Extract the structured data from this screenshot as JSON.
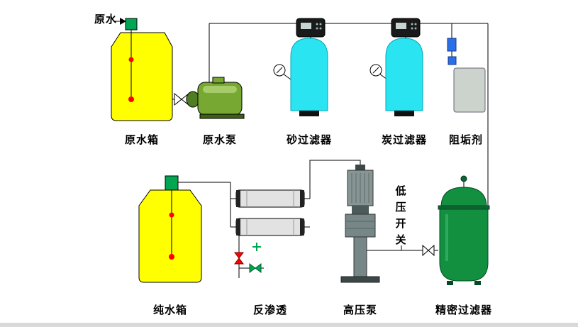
{
  "diagram": {
    "labels": {
      "raw_water": "原水",
      "raw_water_tank": "原水箱",
      "raw_water_pump": "原水泵",
      "sand_filter": "砂过滤器",
      "carbon_filter": "炭过滤器",
      "antiscalant": "阻垢剂",
      "pure_water_tank": "纯水箱",
      "reverse_osmosis": "反渗透",
      "high_pressure_pump": "高压泵",
      "low_pressure_switch": "低压开关",
      "precision_filter": "精密过滤器"
    },
    "colors": {
      "tank_yellow": "#ffff00",
      "filter_cyan": "#2ae4f2",
      "pump_green": "#76a832",
      "precision_green": "#129040",
      "valve_green": "#00a651",
      "dot_red": "#ff0000",
      "metal_gray": "#879595",
      "dosing_blue": "#2a6fe8",
      "pipe_black": "#000000"
    }
  }
}
